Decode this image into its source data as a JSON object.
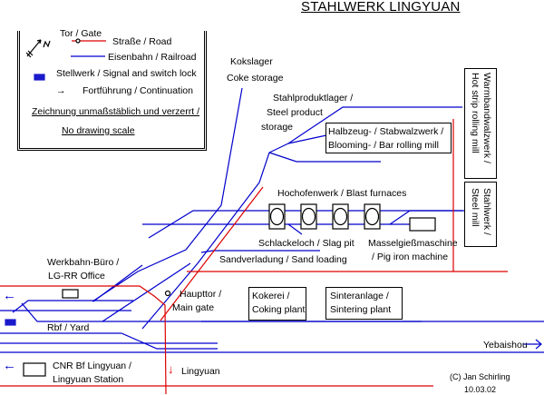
{
  "title": "STAHLWERK LINGYUAN",
  "colors": {
    "rail": "#0000cc",
    "road": "#dd0000",
    "ink": "#000000",
    "signal_box": "#1a1acc"
  },
  "legend": {
    "gate": "Tor / Gate",
    "road": "Straße / Road",
    "railroad": "Eisenbahn / Railroad",
    "signal": "Stellwerk / Signal and switch lock",
    "continuation": "Fortführung / Continuation",
    "note_de": "Zeichnung unmaßstäblich und verzerrt /",
    "note_en": "No drawing scale",
    "continuation_symbol": "→",
    "north_symbol": "N"
  },
  "labels": {
    "kokslager": "Kokslager",
    "coke_storage": "Coke storage",
    "stahlprodukt_de": "Stahlproduktlager /",
    "stahlprodukt_en1": "Steel product",
    "stahlprodukt_en2": "storage",
    "blast_furnaces": "Hochofenwerk / Blast furnaces",
    "slag_pit": "Schlackeloch / Slag pit",
    "pig_iron_de": "Masselgießmaschine",
    "pig_iron_en": "/ Pig iron machine",
    "sand_loading": "Sandverladung / Sand loading",
    "office_de": "Werkbahn-Büro /",
    "office_en": "LG-RR Office",
    "main_gate_de": "Haupttor /",
    "main_gate_en": "Main gate",
    "yard": "Rbf / Yard",
    "station_de": "CNR Bf Lingyuan /",
    "station_en": "Lingyuan Station",
    "lingyuan": "Lingyuan",
    "yebaishou": "Yebaishou",
    "copyright": "(C) Jan Schirling",
    "date": "10.03.02",
    "arrow_left": "←",
    "arrow_down": "↓"
  },
  "boxes": {
    "rolling_mill_de": "Halbzeug- / Stabwalzwerk /",
    "rolling_mill_en": "Blooming- / Bar rolling mill",
    "hot_strip_de": "Warmbandwalzwerk /",
    "hot_strip_en": "Hot strip rolling mill",
    "steel_mill_de": "Stahlwerk /",
    "steel_mill_en": "Steel mill",
    "coking_de": "Kokerei /",
    "coking_en": "Coking plant",
    "sinter_de": "Sinteranlage /",
    "sinter_en": "Sintering plant"
  },
  "furnace_count": 4
}
